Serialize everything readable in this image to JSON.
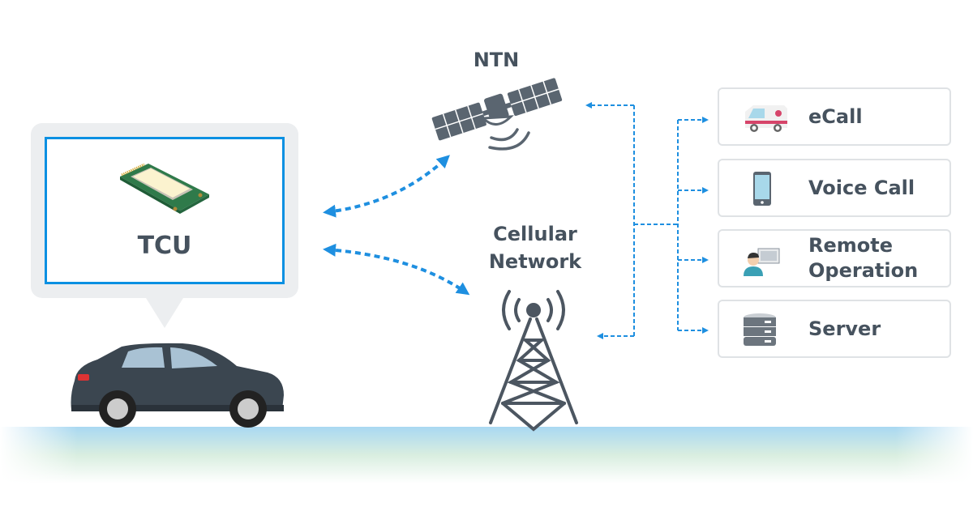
{
  "tcu": {
    "label": "TCU"
  },
  "ntn": {
    "label": "NTN"
  },
  "cellular": {
    "label_line1": "Cellular",
    "label_line2": "Network"
  },
  "services": [
    {
      "label": "eCall",
      "icon": "ambulance-icon"
    },
    {
      "label": "Voice Call",
      "icon": "smartphone-icon"
    },
    {
      "label_line1": "Remote",
      "label_line2": "Operation",
      "icon": "operator-icon"
    },
    {
      "label": "Server",
      "icon": "server-icon"
    }
  ],
  "colors": {
    "accent": "#1e8fe0",
    "text": "#46525e",
    "bubble": "#eceef0",
    "icon_gray": "#5a6570"
  }
}
